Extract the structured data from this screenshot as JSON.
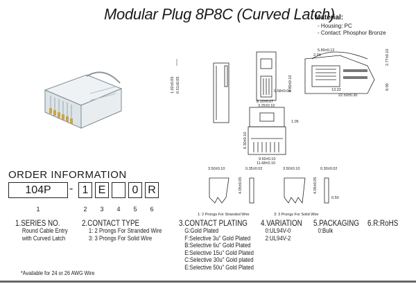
{
  "title": "Modular Plug 8P8C (Curved Latch)",
  "material": {
    "heading": "Material:",
    "lines": [
      "- Housing: PC",
      "- Contact: Phosphor Bronze"
    ]
  },
  "dimensions": {
    "top": [
      "5.89±0.12",
      "2.34",
      "2.77±0.10",
      "13.32",
      "22.50±0.30",
      "0.58±0.05",
      "6.80±0.10",
      "8.00"
    ],
    "left": [
      "1.02±0.05",
      "0.51±0.05"
    ],
    "front": [
      "8.10±0.07",
      "3.25±0.10",
      "1.05",
      "9.50±0.10",
      "11.68±0.10",
      "6.30±0.10"
    ],
    "prong_a": [
      "3.50±0.10",
      "0.35±0.02",
      "4.05±0.05"
    ],
    "prong_b": [
      "3.50±0.10",
      "0.30±0.02",
      "4.05±0.05",
      "0.50"
    ]
  },
  "captions": {
    "prong_a": "1: 2 Prongs For Stranded Wire",
    "prong_b": "3: 3 Prongs For Solid Wire"
  },
  "order": {
    "heading": "ORDER INFORMATION",
    "part": [
      "104P",
      "-",
      "1",
      "E",
      "",
      "0",
      "R"
    ],
    "positions": [
      "1",
      "2",
      "3",
      "4",
      "5",
      "6"
    ]
  },
  "legend": {
    "series": {
      "heading": "1.SERIES NO.",
      "lines": [
        "Round Cable Entry",
        "with Curved Latch"
      ]
    },
    "contact": {
      "heading": "2.CONTACT TYPE",
      "lines": [
        "1: 2 Prongs For Stranded Wire",
        "3: 3 Prongs For Solid Wire"
      ]
    },
    "plating": {
      "heading": "3.CONTACT PLATING",
      "lines": [
        "G:Gold Plated",
        "F:Selective 3u\" Gold Plated",
        "B:Selective 6u\" Gold Plated",
        "E:Selective 15u\" Gold Plated",
        "C:Selective 30u\" Gold plated",
        "E:Selective 50u\" Gold Plated"
      ]
    },
    "variation": {
      "heading": "4.VARIATION",
      "lines": [
        "0:UL94V-0",
        "2:UL94V-2"
      ]
    },
    "packaging": {
      "heading": "5.PACKAGING",
      "lines": [
        "0:Bulk"
      ]
    },
    "rohs": {
      "heading": "6.R:RoHS",
      "lines": []
    }
  },
  "note": "*Available for 24 or 26 AWG Wire"
}
